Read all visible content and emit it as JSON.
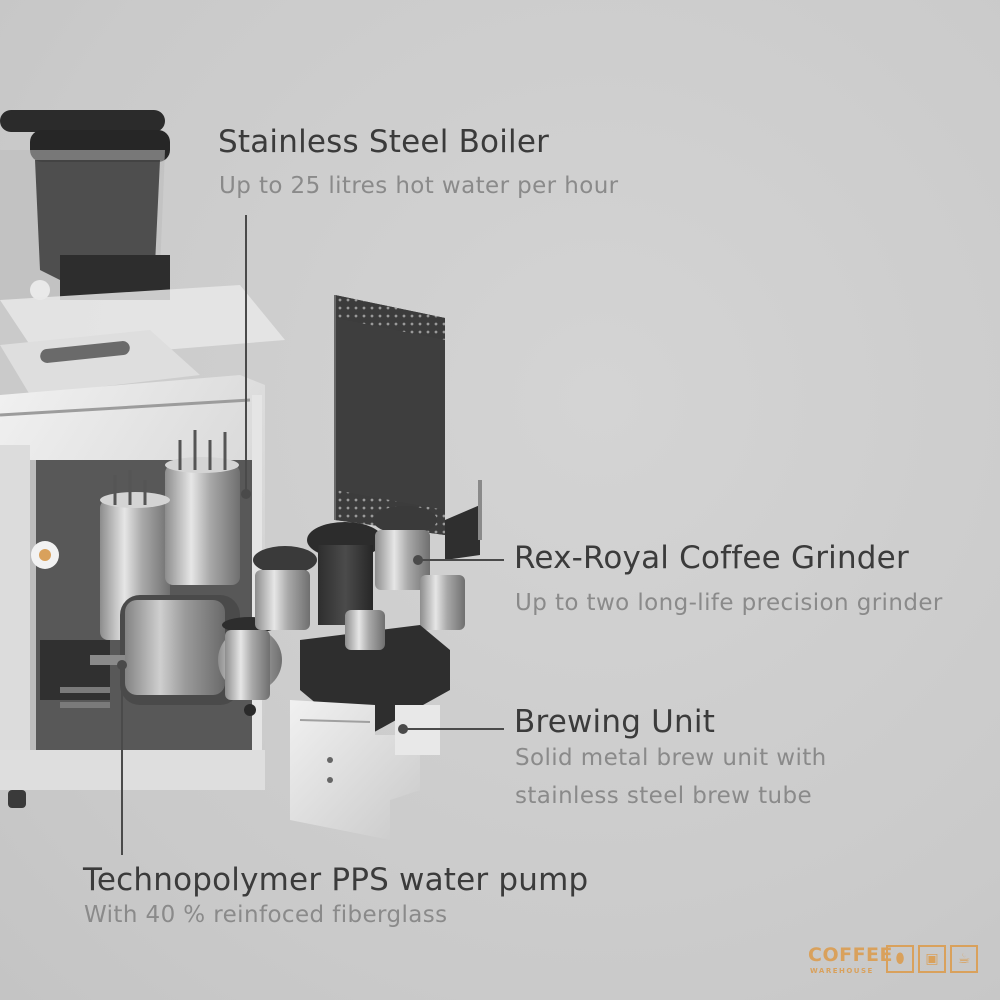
{
  "callouts": {
    "boiler": {
      "title": "Stainless Steel Boiler",
      "subtitle": "Up to 25 litres hot water per hour"
    },
    "grinder": {
      "title": "Rex-Royal Coffee Grinder",
      "subtitle": "Up to two long-life precision grinder"
    },
    "brewing": {
      "title": "Brewing Unit",
      "subtitle_line1": "Solid metal brew unit with",
      "subtitle_line2": "stainless steel brew tube"
    },
    "pump": {
      "title": "Technopolymer PPS water pump",
      "subtitle": "With 40 % reinfoced fiberglass"
    }
  },
  "logo": {
    "word": "COFFEE",
    "sub": "WAREHOUSE",
    "icons": [
      "coffee-bean-icon",
      "espresso-machine-icon",
      "coffee-cup-icon"
    ],
    "color": "#d9a15c"
  },
  "colors": {
    "background": "#cfcfcf",
    "title_text": "#3b3b3b",
    "subtitle_text": "#8a8a8a",
    "leader_line": "#4a4a4a"
  }
}
